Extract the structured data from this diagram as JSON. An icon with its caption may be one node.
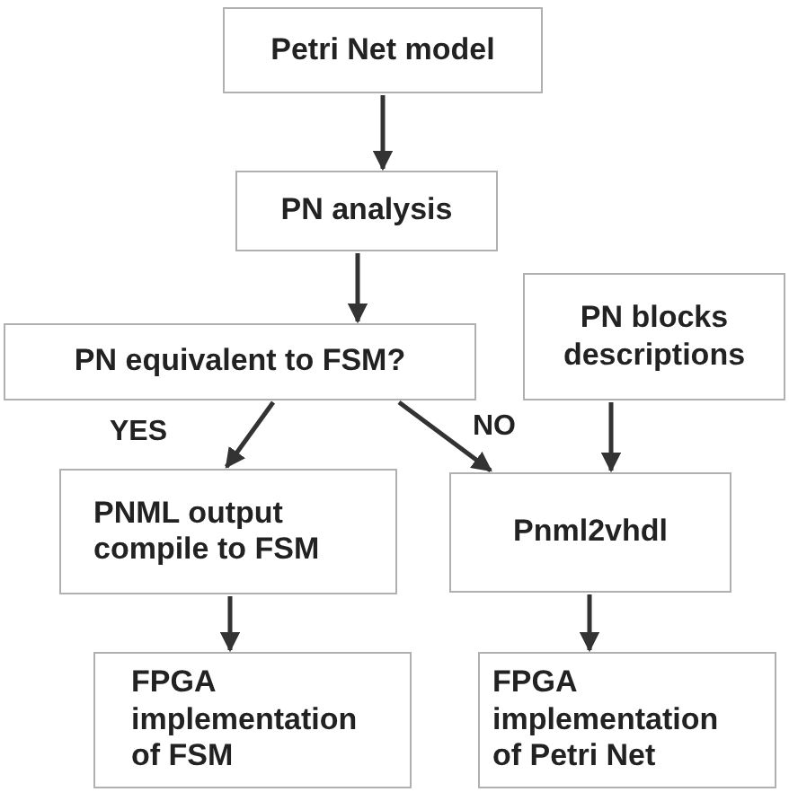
{
  "diagram": {
    "nodes": [
      {
        "text": [
          "Petri Net model"
        ]
      },
      {
        "text": [
          "PN analysis"
        ]
      },
      {
        "text": [
          "PN equivalent to FSM?"
        ]
      },
      {
        "text": [
          "PN blocks descriptions"
        ]
      },
      {
        "text": [
          "PNML output compile to FSM"
        ]
      },
      {
        "text": [
          "Pnml2vhdl"
        ]
      },
      {
        "text": [
          "FPGA implementation of FSM"
        ]
      },
      {
        "text": [
          "FPGA implementation of Petri Net"
        ]
      }
    ],
    "edges": [
      {
        "from": 0,
        "to": 1,
        "arrow": "to"
      },
      {
        "from": 1,
        "to": 2,
        "arrow": "to"
      },
      {
        "from": 2,
        "to": 4,
        "arrow": "to",
        "label": "YES"
      },
      {
        "from": 2,
        "to": 5,
        "arrow": "to",
        "label": "NO"
      },
      {
        "from": 3,
        "to": 5,
        "arrow": "to"
      },
      {
        "from": 4,
        "to": 6,
        "arrow": "to"
      },
      {
        "from": 5,
        "to": 7,
        "arrow": "to"
      }
    ]
  }
}
